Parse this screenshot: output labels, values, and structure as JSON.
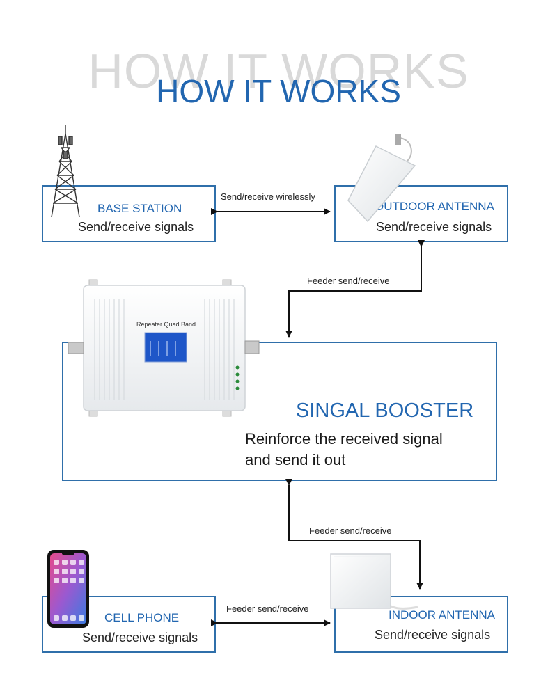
{
  "title": {
    "shadow": "HOW IT WORKS",
    "main": "HOW IT WORKS"
  },
  "nodes": {
    "base_station": {
      "name": "BASE STATION",
      "desc": "Send/receive signals"
    },
    "outdoor_antenna": {
      "name": "OUTDOOR ANTENNA",
      "desc": "Send/receive signals"
    },
    "booster": {
      "name": "SINGAL BOOSTER",
      "desc_line1": "Reinforce the received signal",
      "desc_line2": "and send it out",
      "device_label": "Repeater Quad Band"
    },
    "cell_phone": {
      "name": "CELL PHONE",
      "desc": "Send/receive signals"
    },
    "indoor_antenna": {
      "name": "INDOOR ANTENNA",
      "desc": "Send/receive signals"
    }
  },
  "links": {
    "base_outdoor": "Send/receive wirelessly",
    "outdoor_booster": "Feeder send/receive",
    "booster_indoor": "Feeder send/receive",
    "phone_indoor": "Feeder send/receive"
  },
  "colors": {
    "accent": "#2266b0",
    "border": "#2f6faa",
    "title_shadow": "#d9d9d9"
  }
}
